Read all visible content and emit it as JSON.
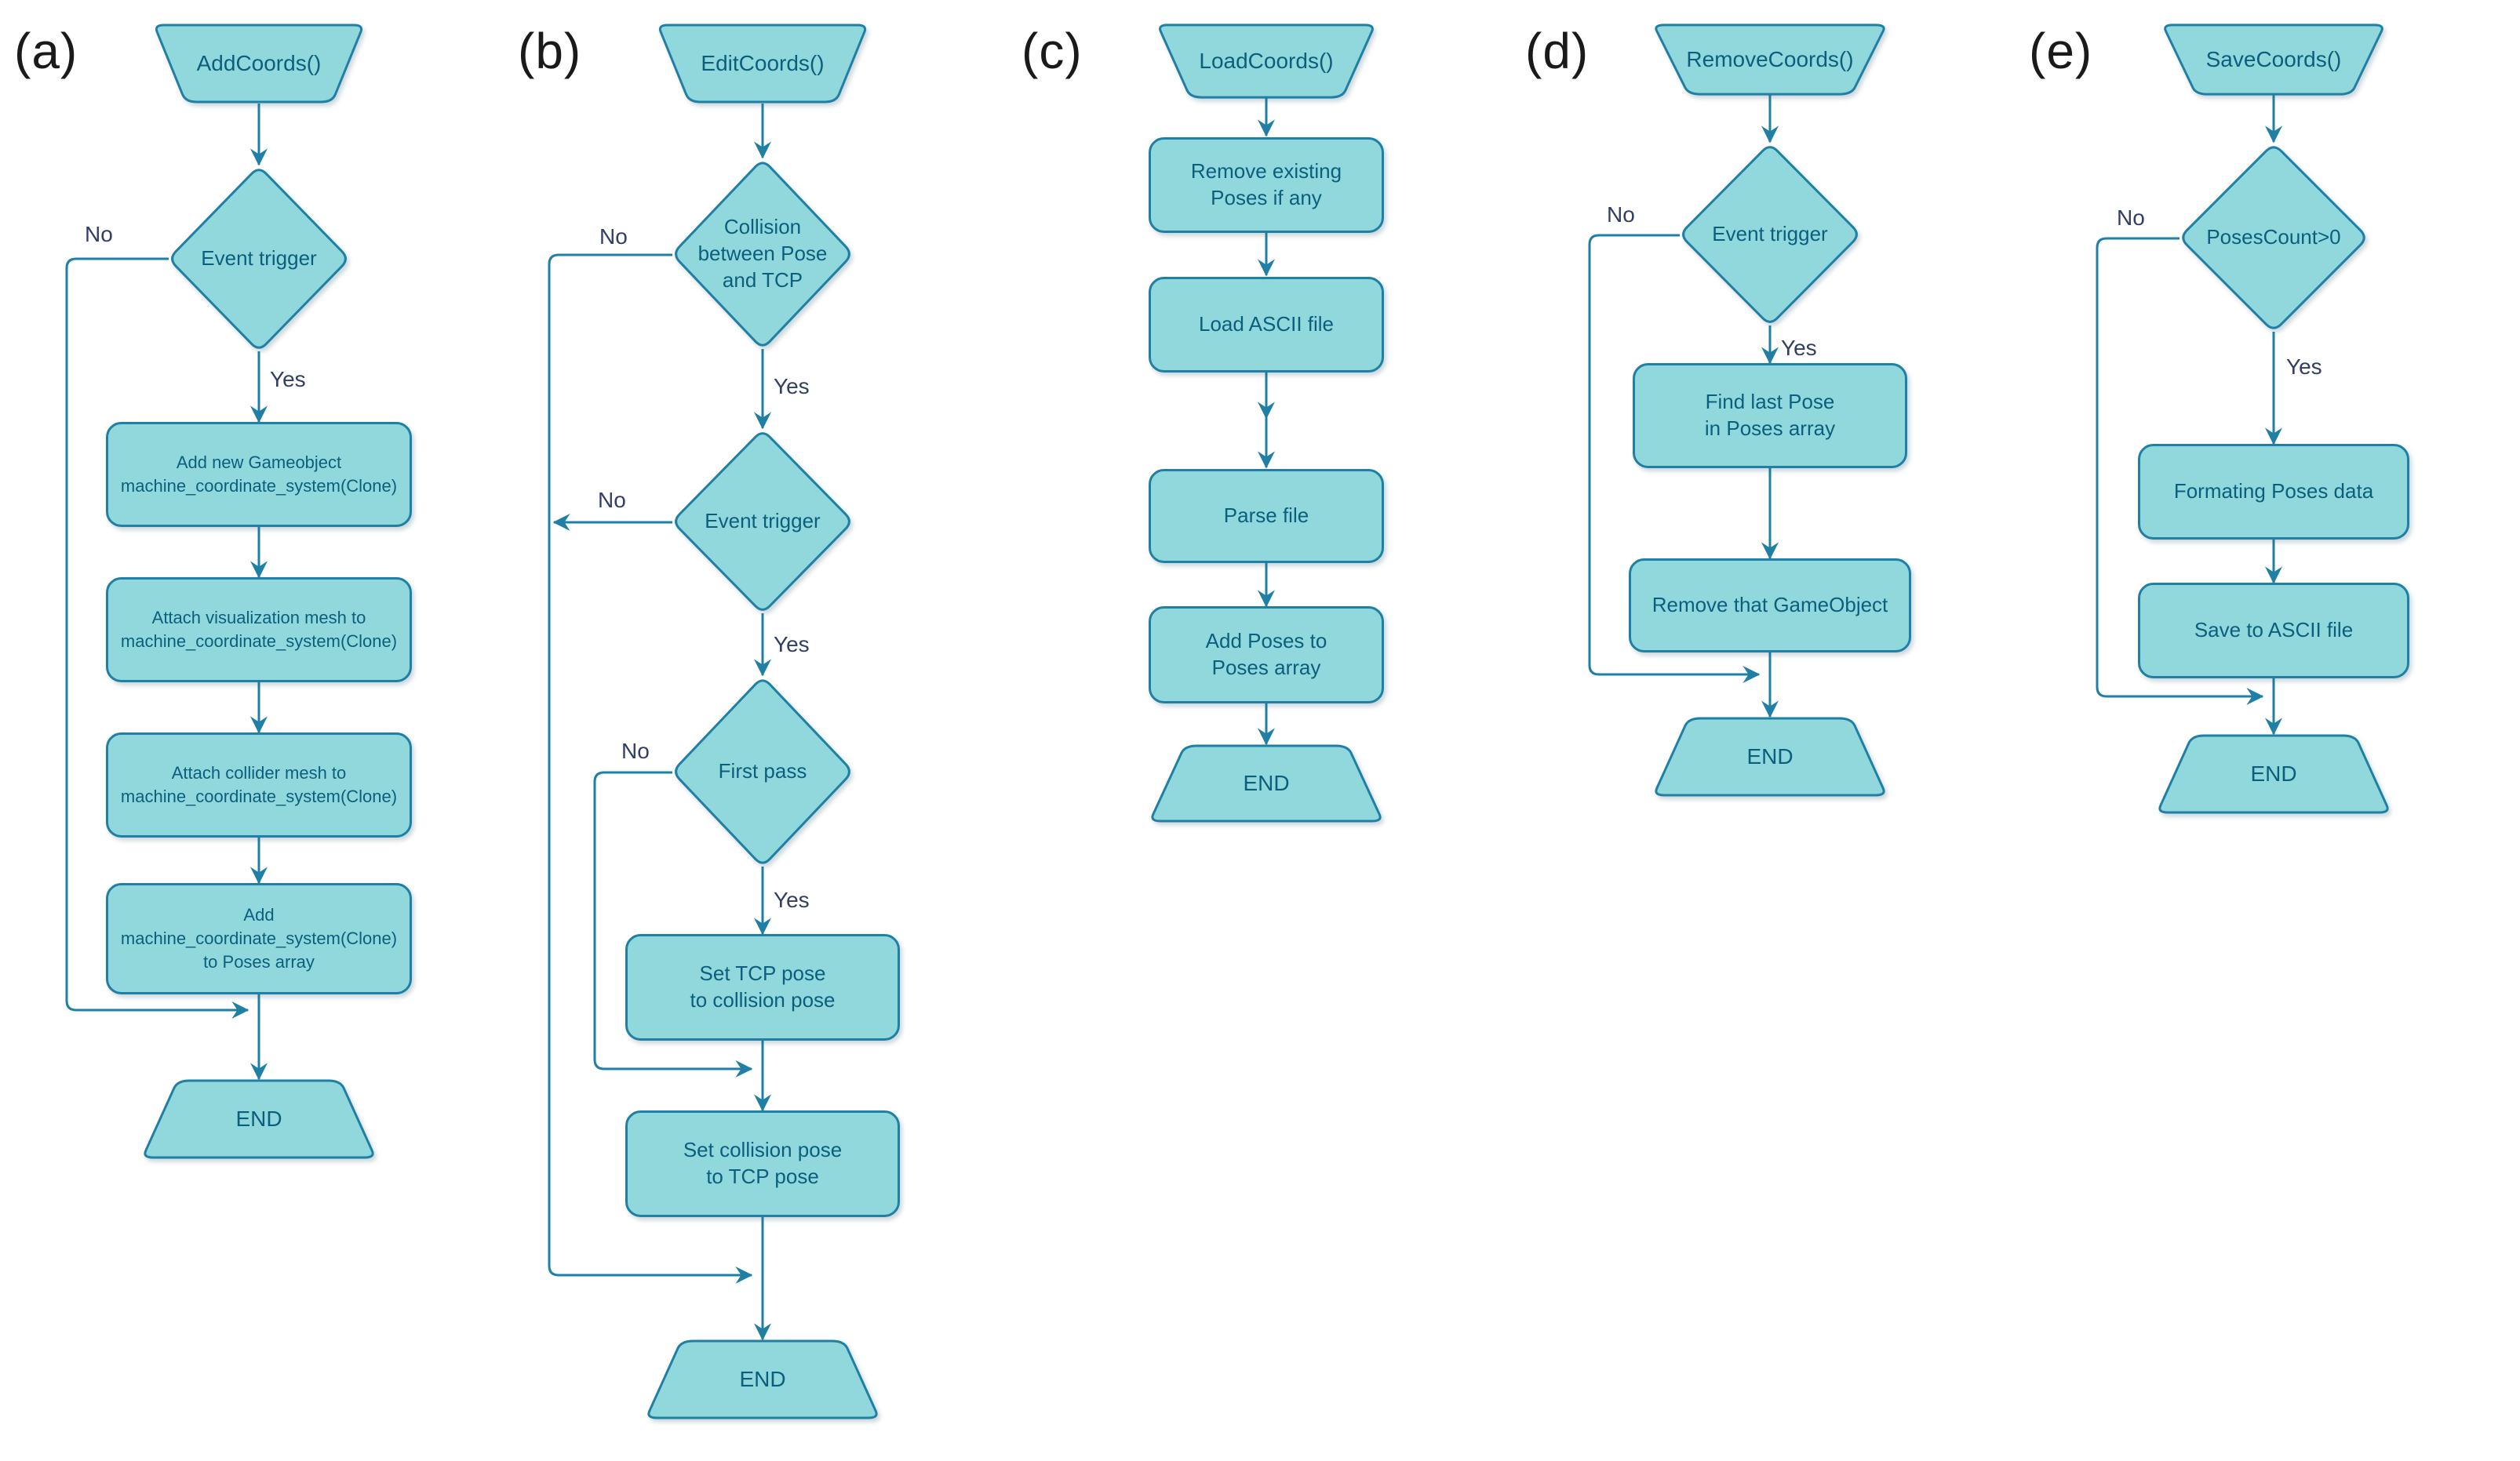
{
  "colors": {
    "shape_fill": "#91d8dd",
    "shape_stroke": "#1f7fa4",
    "shape_text": "#0b5f7d",
    "edge_label_text": "#303f63",
    "figure_label_text": "#1a1a1a",
    "background": "#ffffff"
  },
  "flowcharts": {
    "a": {
      "label": "(a)",
      "start": "AddCoords()",
      "decision1": "Event trigger",
      "no": "No",
      "yes": "Yes",
      "process1": "Add new Gameobject\nmachine_coordinate_system(Clone)",
      "process2": "Attach visualization mesh to\nmachine_coordinate_system(Clone)",
      "process3": "Attach collider mesh to\nmachine_coordinate_system(Clone)",
      "process4": "Add\nmachine_coordinate_system(Clone)\nto Poses array",
      "end": "END"
    },
    "b": {
      "label": "(b)",
      "start": "EditCoords()",
      "decision1": "Collision\nbetween Pose\nand TCP",
      "decision2": "Event trigger",
      "decision3": "First pass",
      "no1": "No",
      "no2": "No",
      "no3": "No",
      "yes1": "Yes",
      "yes2": "Yes",
      "yes3": "Yes",
      "process1": "Set TCP pose\nto collision pose",
      "process2": "Set collision pose\nto TCP pose",
      "end": "END"
    },
    "c": {
      "label": "(c)",
      "start": "LoadCoords()",
      "process1": "Remove existing\nPoses if any",
      "process2": "Load ASCII file",
      "process3": "Parse file",
      "process4": "Add Poses to\nPoses array",
      "end": "END"
    },
    "d": {
      "label": "(d)",
      "start": "RemoveCoords()",
      "decision1": "Event trigger",
      "no": "No",
      "yes": "Yes",
      "process1": "Find last Pose\nin Poses array",
      "process2": "Remove that GameObject",
      "end": "END"
    },
    "e": {
      "label": "(e)",
      "start": "SaveCoords()",
      "decision1": "PosesCount>0",
      "no": "No",
      "yes": "Yes",
      "process1": "Formating Poses data",
      "process2": "Save to ASCII file",
      "end": "END"
    }
  }
}
